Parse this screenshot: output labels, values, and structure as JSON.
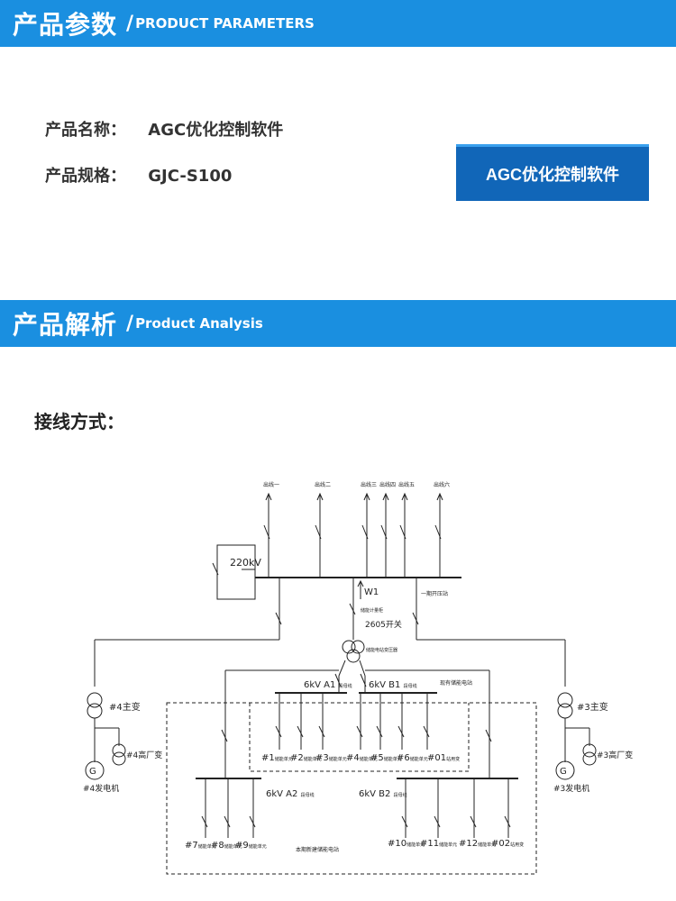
{
  "section1": {
    "title_cn": "产品参数",
    "slash": "/",
    "title_en": "PRODUCT PARAMETERS"
  },
  "product": {
    "name_label": "产品名称：",
    "name_value": "AGC优化控制软件",
    "spec_label": "产品规格：",
    "spec_value": "GJC-S100",
    "button_label": "AGC优化控制软件"
  },
  "section2": {
    "title_cn": "产品解析",
    "slash": "/",
    "title_en": "Product Analysis"
  },
  "wiring_label": "接线方式：",
  "diagram": {
    "outlines": [
      "出线一",
      "出线二",
      "出线三",
      "出线四",
      "出线五",
      "出线六"
    ],
    "box_220": "220kV",
    "w1": "W1",
    "meter_label": "储能计量柜",
    "switch_2605": "2605开关",
    "line_backup": "一期开压站",
    "storage_transformer": "储能电站变压器",
    "bus_a1": "6kV A1",
    "bus_a1_suffix": "段母线",
    "bus_b1": "6kV B1",
    "bus_b1_suffix": "段母线",
    "existing_station": "现有储能电站",
    "bus_a2": "6kV A2",
    "bus_a2_suffix": "段母线",
    "bus_b2": "6kV B2",
    "bus_b2_suffix": "段母线",
    "main_t4": "#4主变",
    "main_t3": "#3主变",
    "aux_t4": "#4高厂变",
    "aux_t3": "#3高厂变",
    "gen4": "#4发电机",
    "gen3": "#3发电机",
    "units_top": [
      "#1",
      "#2",
      "#3",
      "#4",
      "#5",
      "#6",
      "#01"
    ],
    "units_top_suffix": [
      "储能单元",
      "储能单元",
      "储能单元",
      "储能单元",
      "储能单元",
      "储能单元",
      "站用变"
    ],
    "units_bottom_left": [
      "#7",
      "#8",
      "#9"
    ],
    "units_bottom_right": [
      "#10",
      "#11",
      "#12",
      "#02"
    ],
    "units_bottom_right_suffix": [
      "储能单元",
      "储能单元",
      "储能单元",
      "站用变"
    ],
    "unit_suffix": "储能单元",
    "new_station": "本期新建储能电站"
  }
}
